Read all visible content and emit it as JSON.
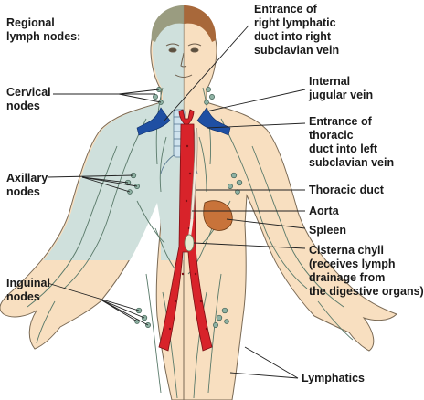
{
  "labels": {
    "regional": [
      "Regional",
      "lymph nodes:"
    ],
    "cervical": [
      "Cervical",
      "nodes"
    ],
    "axillary": [
      "Axillary",
      "nodes"
    ],
    "inguinal": [
      "Inguinal",
      "nodes"
    ],
    "right_duct": [
      "Entrance of",
      "right lymphatic",
      "duct into right",
      "subclavian vein"
    ],
    "jugular": [
      "Internal",
      "jugular vein"
    ],
    "thoracic_entrance": [
      "Entrance of",
      "thoracic",
      "duct into left",
      "subclavian vein"
    ],
    "thoracic_duct": "Thoracic duct",
    "aorta": "Aorta",
    "spleen": "Spleen",
    "cisterna": [
      "Cisterna chyli",
      "(receives lymph",
      "drainage from",
      "the digestive organs)"
    ],
    "lymphatics": "Lymphatics"
  },
  "colors": {
    "right_drainage": "#cfe0dc",
    "left_drainage": "#f8dfc0",
    "aorta": "#d8232a",
    "veins": "#1f4fa3",
    "spleen": "#c8733a",
    "lymphatics": "#5a7a6a",
    "hair": "#9a9c80",
    "hair_right": "#a8683a"
  }
}
